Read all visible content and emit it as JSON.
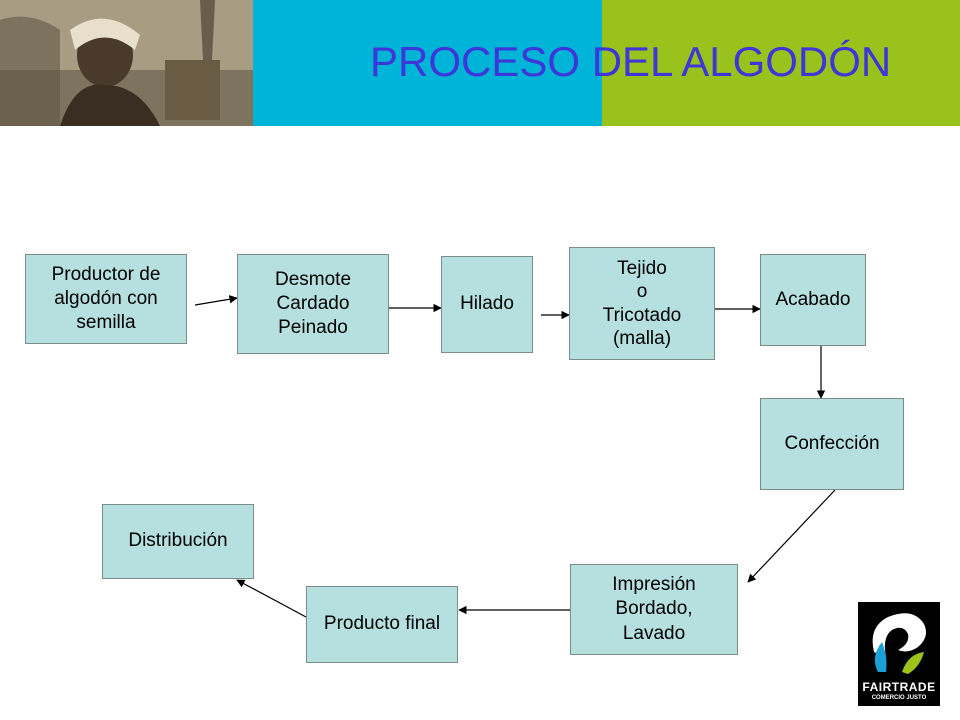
{
  "header": {
    "title": "PROCESO DEL ALGODÓN",
    "colors": {
      "blue_band": "#00b4d8",
      "green_band": "#99c31c",
      "title": "#3d36d8"
    }
  },
  "diagram": {
    "box_color": "#b6e0e0",
    "nodes": {
      "productor": "Productor de\nalgodón con\nsemilla",
      "desmote": "Desmote\nCardado\nPeinado",
      "hilado": "Hilado",
      "tejido": "Tejido\no\nTricotado\n(malla)",
      "acabado": "Acabado",
      "confeccion": "Confección",
      "impresion": "Impresión\nBordado,\nLavado",
      "producto_final": "Producto final",
      "distribucion": "Distribución"
    },
    "edges": [
      [
        "productor",
        "desmote"
      ],
      [
        "desmote",
        "hilado"
      ],
      [
        "hilado",
        "tejido"
      ],
      [
        "tejido",
        "acabado"
      ],
      [
        "acabado",
        "confeccion"
      ],
      [
        "confeccion",
        "impresion"
      ],
      [
        "impresion",
        "producto_final"
      ],
      [
        "producto_final",
        "distribucion"
      ]
    ]
  },
  "logo": {
    "name": "fairtrade-logo-icon",
    "line1": "FAIRTRADE",
    "line2": "COMERCIO JUSTO"
  }
}
